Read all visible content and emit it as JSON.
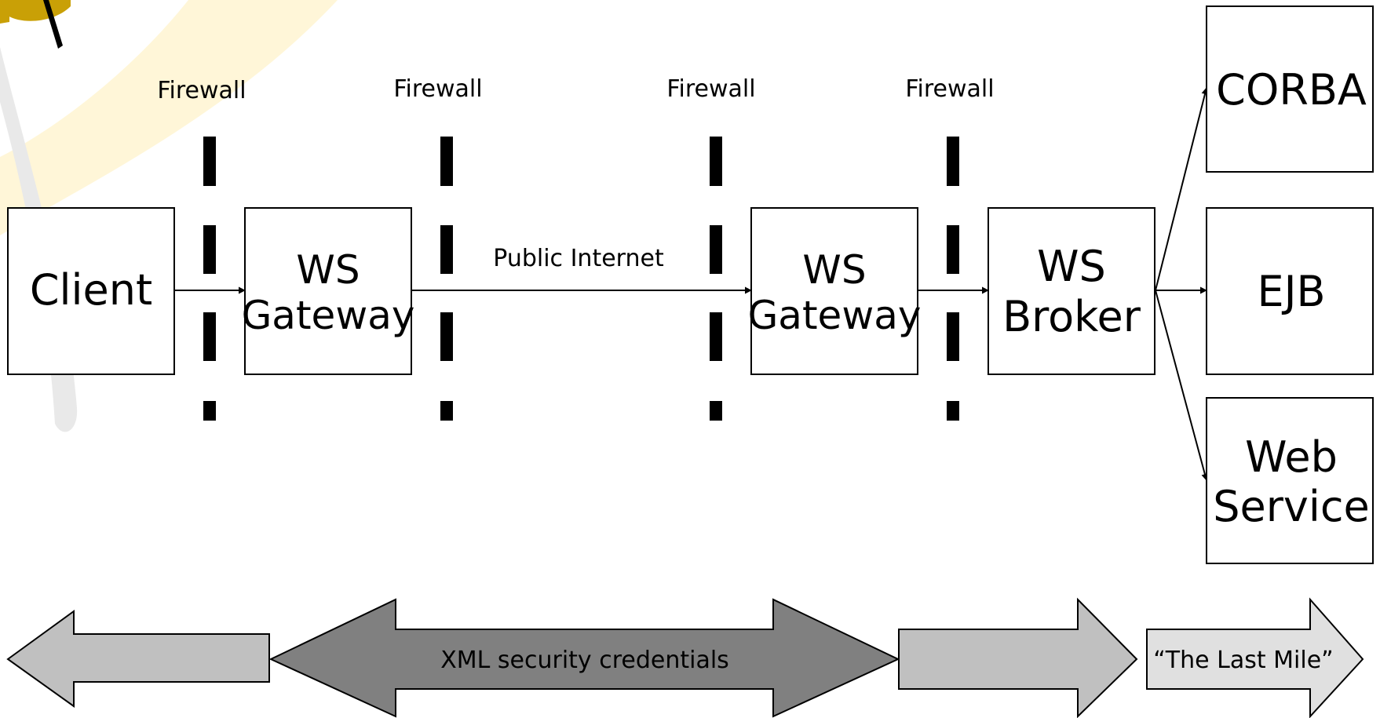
{
  "firewalls": {
    "label_1": "Firewall",
    "label_2": "Firewall",
    "label_3": "Firewall",
    "label_4": "Firewall"
  },
  "nodes": {
    "client": "Client",
    "gateway_left": {
      "line1": "WS",
      "line2": "Gateway"
    },
    "gateway_right": {
      "line1": "WS",
      "line2": "Gateway"
    },
    "broker": {
      "line1": "WS",
      "line2": "Broker"
    },
    "corba": "CORBA",
    "ejb": "EJB",
    "web_service": {
      "line1": "Web",
      "line2": "Service"
    }
  },
  "links": {
    "public_internet": "Public Internet"
  },
  "bands": {
    "xml_security": "XML security credentials",
    "last_mile": "“The Last Mile”"
  },
  "colors": {
    "logo_gold": "#c9a006",
    "watermark_yellow": "#fff6d8",
    "watermark_grey": "#e9e9e9",
    "band_light": "#c0c0c0",
    "band_dark": "#808080",
    "band_lightest": "#e0e0e0"
  },
  "icons": [
    "logo-emblem-icon"
  ]
}
